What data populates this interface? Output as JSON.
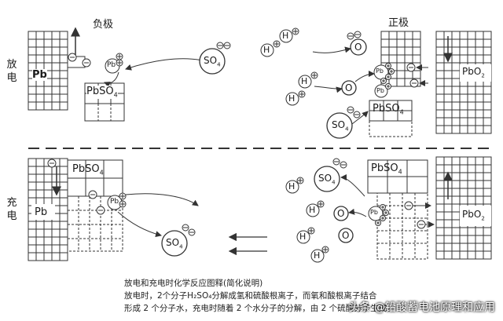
{
  "headers": {
    "negative": "负极",
    "positive": "正极"
  },
  "rows": {
    "discharge": "放电",
    "charge": "充电"
  },
  "species": {
    "lead": "Pb",
    "lead_sulfate": "PbSO",
    "sulfate": "SO",
    "lead_dioxide": "PbO",
    "lead_ion": "Pb",
    "hydrogen_ion": "H",
    "oxygen": "O",
    "sub4": "4",
    "sub2": "2"
  },
  "caption": [
    "放电和充电时化学反应图释(简化说明)",
    "放电时，2个分子H₂SO₄分解成氢和硫酸根离子，而氧和酸根离子结合",
    "形成 2 个分子水，充电时随着 2 个水分子的分解，由 2 个硫酸分子生成。"
  ],
  "watermark": "头条 @铅酸蓄电池原理和应用"
}
